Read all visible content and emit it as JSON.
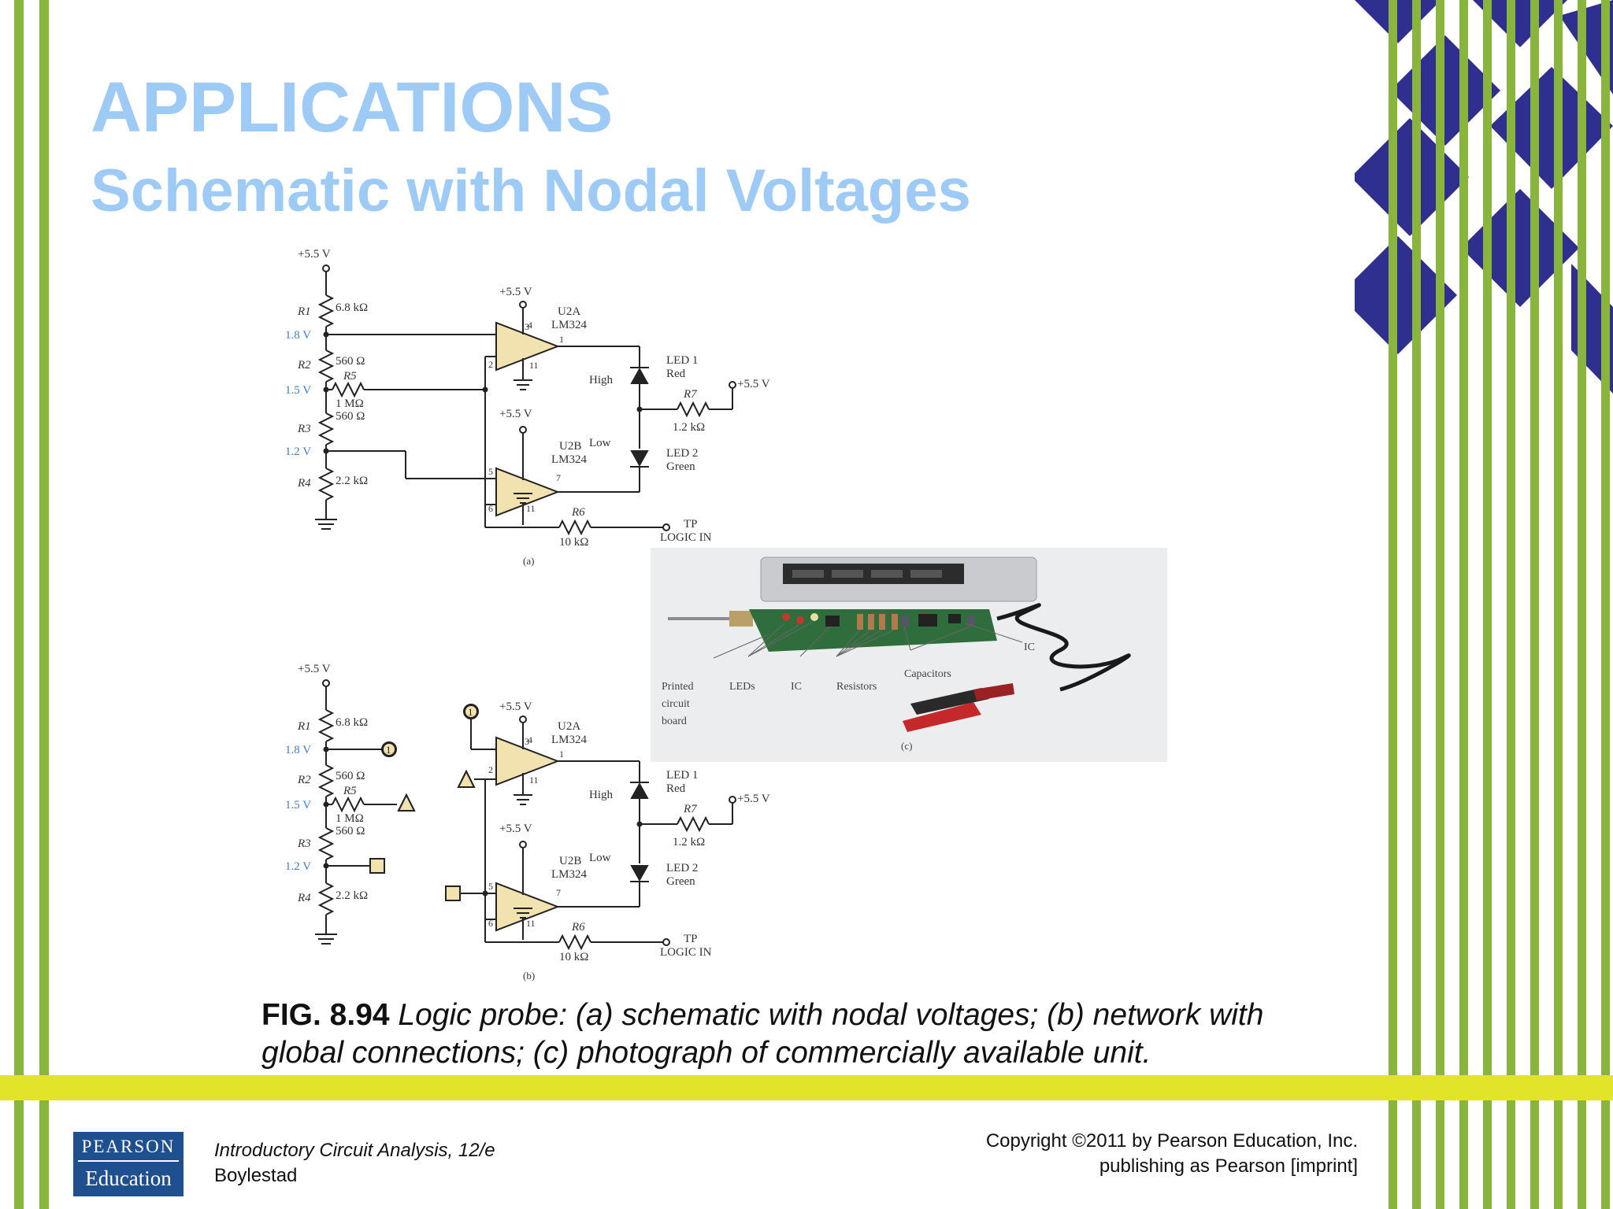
{
  "slide": {
    "title": "APPLICATIONS",
    "subtitle": "Schematic with Nodal Voltages"
  },
  "colors": {
    "title": "#9ecbf5",
    "stripe_green": "#8ab53c",
    "band_yellow": "#e2e42a",
    "diamond_blue": "#2e2f8f",
    "opamp_fill": "#f1e2b0",
    "nodal_label": "#3f7fc0",
    "logo_bg": "#1e4f8e"
  },
  "figure": {
    "schematic_a": {
      "supply": "+5.5 V",
      "nodes": [
        "1.8 V",
        "1.5 V",
        "1.2 V"
      ],
      "r1": "R1",
      "r1_val": "6.8 kΩ",
      "r2": "R2",
      "r2_val": "560 Ω",
      "r5": "R5",
      "r5_val": "1 MΩ",
      "r3": "R3",
      "r3_val": "560 Ω",
      "r4": "R4",
      "r4_val": "2.2 kΩ",
      "r7": "R7",
      "r7_val": "1.2 kΩ",
      "r6": "R6",
      "r6_val": "10 kΩ",
      "u2a": "U2A",
      "u2b": "U2B",
      "lm": "LM324",
      "pin3": "3",
      "pin4": "4",
      "pin1": "1",
      "pin2": "2",
      "pin11": "11",
      "pin5": "5",
      "pin6": "6",
      "pin7": "7",
      "high": "High",
      "low": "Low",
      "led1": "LED 1",
      "red": "Red",
      "led2": "LED 2",
      "green": "Green",
      "tp": "TP",
      "logic_in": "LOGIC IN",
      "label": "(a)"
    },
    "schematic_b": {
      "supply": "+5.5 V",
      "nodes": [
        "1.8 V",
        "1.5 V",
        "1.2 V"
      ],
      "r1": "R1",
      "r1_val": "6.8 kΩ",
      "r2": "R2",
      "r2_val": "560 Ω",
      "r5": "R5",
      "r5_val": "1 MΩ",
      "r3": "R3",
      "r3_val": "560 Ω",
      "r4": "R4",
      "r4_val": "2.2 kΩ",
      "r7": "R7",
      "r7_val": "1.2 kΩ",
      "r6": "R6",
      "r6_val": "10 kΩ",
      "u2a": "U2A",
      "u2b": "U2B",
      "lm": "LM324",
      "pin3": "3",
      "pin4": "4",
      "pin1": "1",
      "pin2": "2",
      "pin11": "11",
      "pin5": "5",
      "pin6": "6",
      "pin7": "7",
      "high": "High",
      "low": "Low",
      "led1": "LED 1",
      "red": "Red",
      "led2": "LED 2",
      "green": "Green",
      "tp": "TP",
      "logic_in": "LOGIC IN",
      "g1": "1",
      "g2": "1",
      "label": "(b)"
    },
    "photo": {
      "labels": {
        "pcb1": "Printed",
        "pcb2": "circuit",
        "pcb3": "board",
        "leds": "LEDs",
        "ic": "IC",
        "resistors": "Resistors",
        "capacitors": "Capacitors",
        "ic2": "IC"
      },
      "label": "(c)"
    }
  },
  "caption": {
    "fig": "FIG. 8.94",
    "text": "Logic probe: (a) schematic with nodal voltages; (b) network with global connections; (c) photograph of commercially available unit."
  },
  "footer": {
    "logo_top": "PEARSON",
    "logo_bottom": "Education",
    "book": "Introductory Circuit Analysis, 12/e",
    "author": "Boylestad",
    "copyright_line1": "Copyright ©2011 by Pearson Education, Inc.",
    "copyright_line2": "publishing as Pearson [imprint]"
  }
}
